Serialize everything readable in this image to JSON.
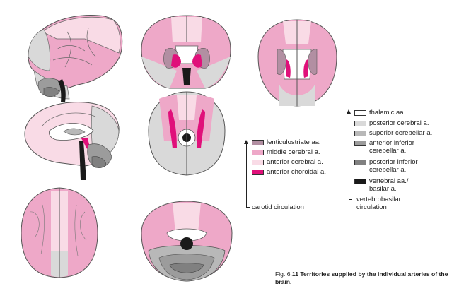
{
  "colors": {
    "lenticulostriate": "#b28fa2",
    "middle_cerebral": "#eea8c8",
    "anterior_cerebral": "#f9dbe6",
    "anterior_choroidal": "#e0107a",
    "thalamic": "#ffffff",
    "posterior_cerebral": "#d9d9d9",
    "superior_cerebellar": "#b8b8b8",
    "anterior_inferior_cerebellar": "#9c9c9c",
    "posterior_inferior_cerebellar": "#808080",
    "vertebral_basilar": "#1a1a1a"
  },
  "carotid_legend": {
    "items": [
      "lenticulostriate aa.",
      "middle cerebral a.",
      "anterior cerebral a.",
      "anterior choroidal a."
    ],
    "group_label": "carotid circulation"
  },
  "vertebrobasilar_legend": {
    "items": [
      [
        "thalamic aa."
      ],
      [
        "posterior cerebral a."
      ],
      [
        "superior cerebellar a."
      ],
      [
        "anterior inferior",
        "cerebellar a."
      ],
      [
        "posterior inferior",
        "cerebellar a."
      ],
      [
        "vertebral aa./",
        "basilar a."
      ]
    ],
    "group_label": [
      "vertebrobasilar",
      "circulation"
    ]
  },
  "caption": {
    "prefix": "Fig. 6.",
    "number": "11",
    "text": "Territories supplied by the individual arteries of the brain."
  }
}
